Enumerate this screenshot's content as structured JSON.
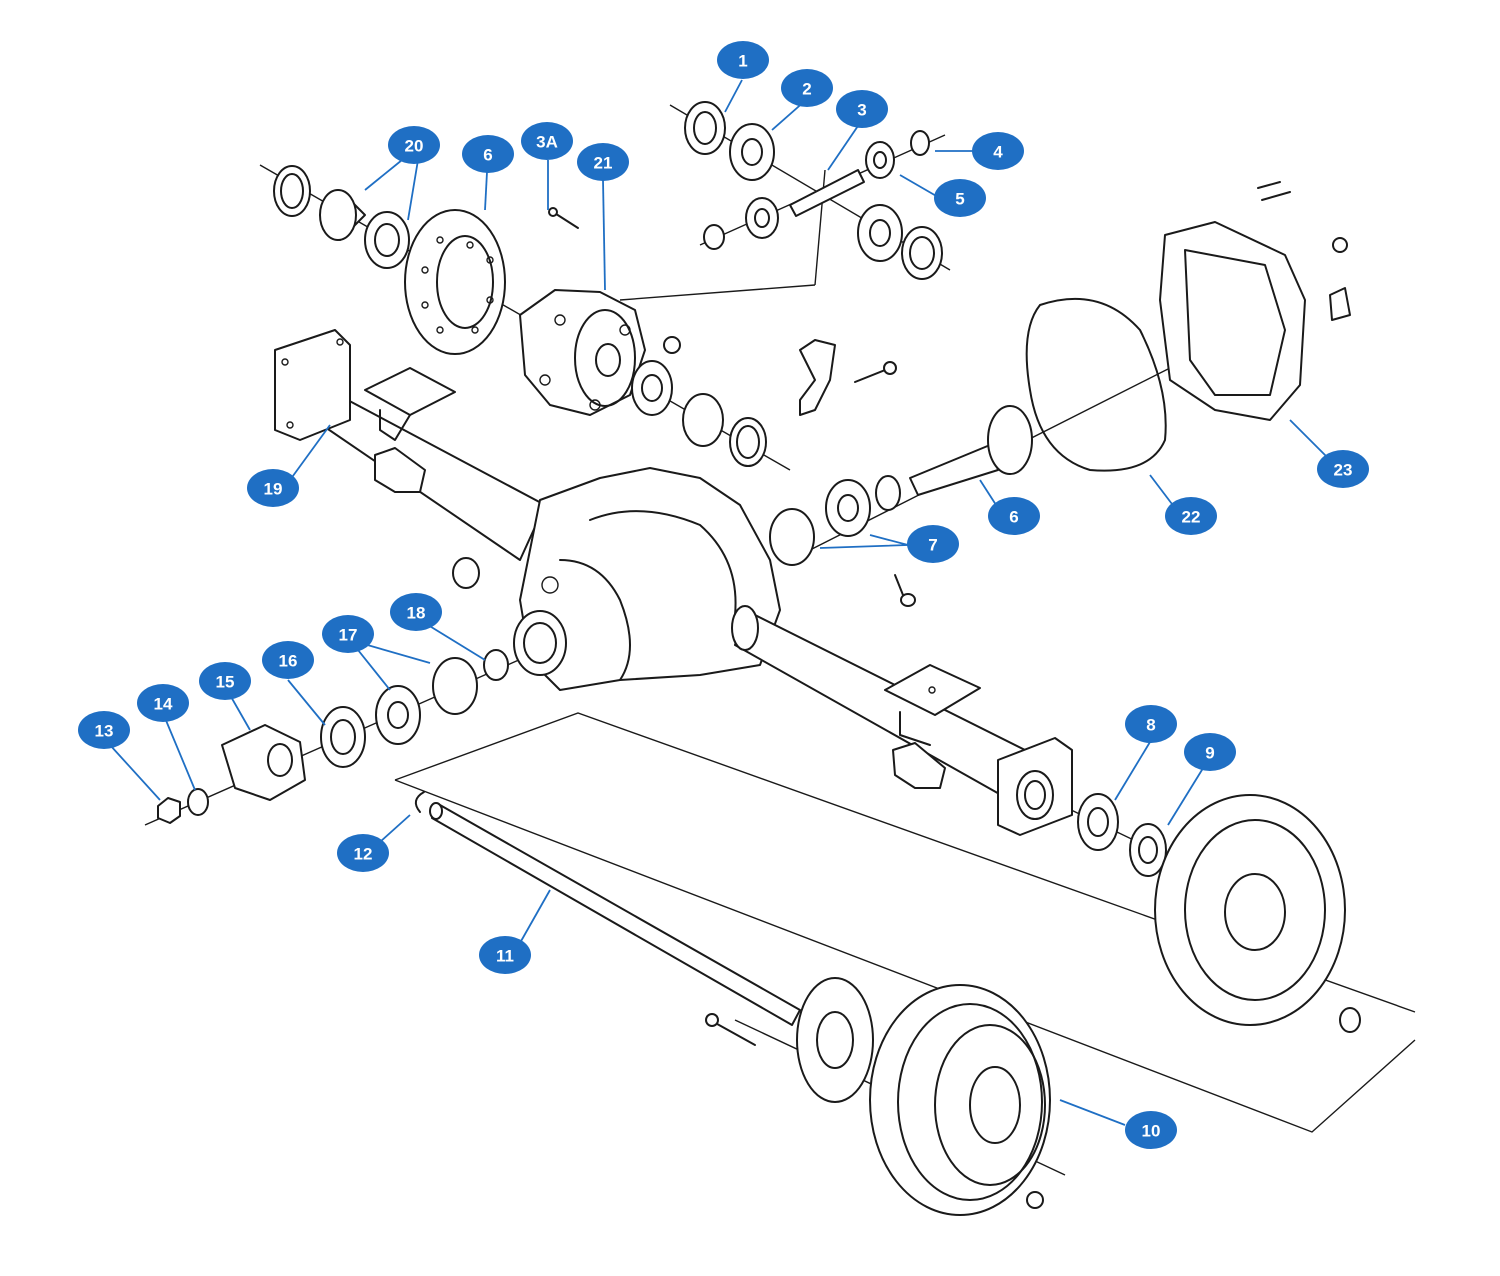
{
  "diagram": {
    "callout_color": "#1f6fc4",
    "callouts": [
      {
        "id": "c1",
        "label": "1"
      },
      {
        "id": "c2",
        "label": "2"
      },
      {
        "id": "c3",
        "label": "3"
      },
      {
        "id": "c3a",
        "label": "3A"
      },
      {
        "id": "c4",
        "label": "4"
      },
      {
        "id": "c5",
        "label": "5"
      },
      {
        "id": "c6a",
        "label": "6"
      },
      {
        "id": "c6b",
        "label": "6"
      },
      {
        "id": "c7",
        "label": "7"
      },
      {
        "id": "c8",
        "label": "8"
      },
      {
        "id": "c9",
        "label": "9"
      },
      {
        "id": "c10",
        "label": "10"
      },
      {
        "id": "c11",
        "label": "11"
      },
      {
        "id": "c12",
        "label": "12"
      },
      {
        "id": "c13",
        "label": "13"
      },
      {
        "id": "c14",
        "label": "14"
      },
      {
        "id": "c15",
        "label": "15"
      },
      {
        "id": "c16",
        "label": "16"
      },
      {
        "id": "c17",
        "label": "17"
      },
      {
        "id": "c18",
        "label": "18"
      },
      {
        "id": "c19",
        "label": "19"
      },
      {
        "id": "c20",
        "label": "20"
      },
      {
        "id": "c21",
        "label": "21"
      },
      {
        "id": "c22",
        "label": "22"
      },
      {
        "id": "c23",
        "label": "23"
      }
    ]
  }
}
